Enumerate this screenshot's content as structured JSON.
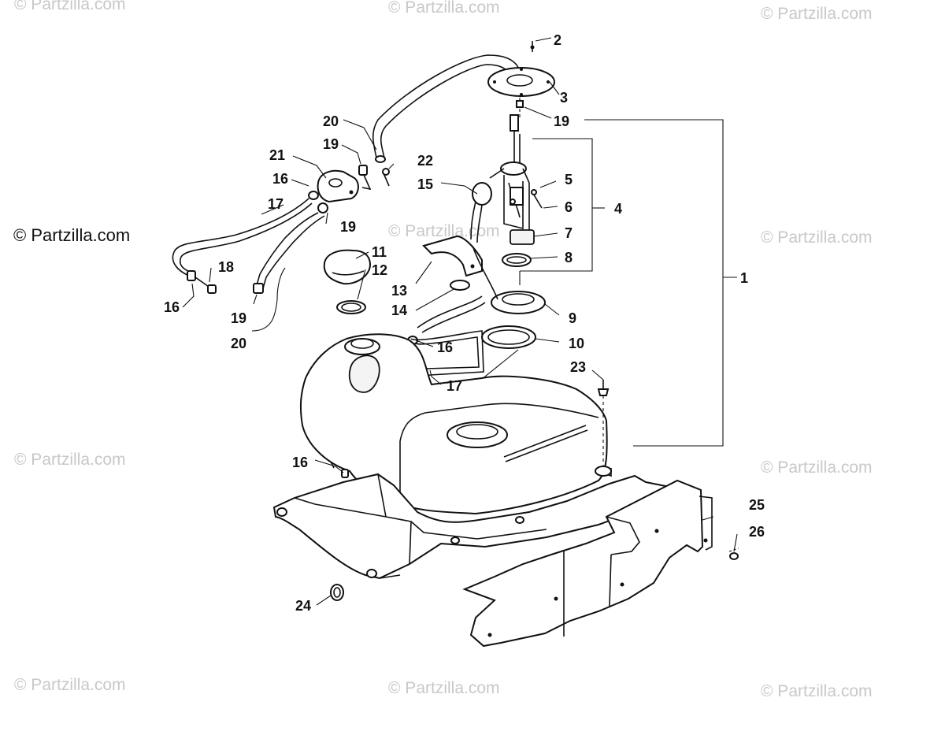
{
  "watermark": {
    "text": "© Partzilla.com",
    "left_text": "© Partzilla.com"
  },
  "callouts": {
    "c1": "1",
    "c2": "2",
    "c3": "3",
    "c4": "4",
    "c5": "5",
    "c6": "6",
    "c7": "7",
    "c8": "8",
    "c9": "9",
    "c10": "10",
    "c11": "11",
    "c12": "12",
    "c13": "13",
    "c14": "14",
    "c15": "15",
    "c16a": "16",
    "c16b": "16",
    "c16c": "16",
    "c16d": "16",
    "c17a": "17",
    "c17b": "17",
    "c18": "18",
    "c19a": "19",
    "c19b": "19",
    "c19c": "19",
    "c19d": "19",
    "c20a": "20",
    "c20b": "20",
    "c21": "21",
    "c22": "22",
    "c23": "23",
    "c24": "24",
    "c25": "25",
    "c26": "26"
  }
}
